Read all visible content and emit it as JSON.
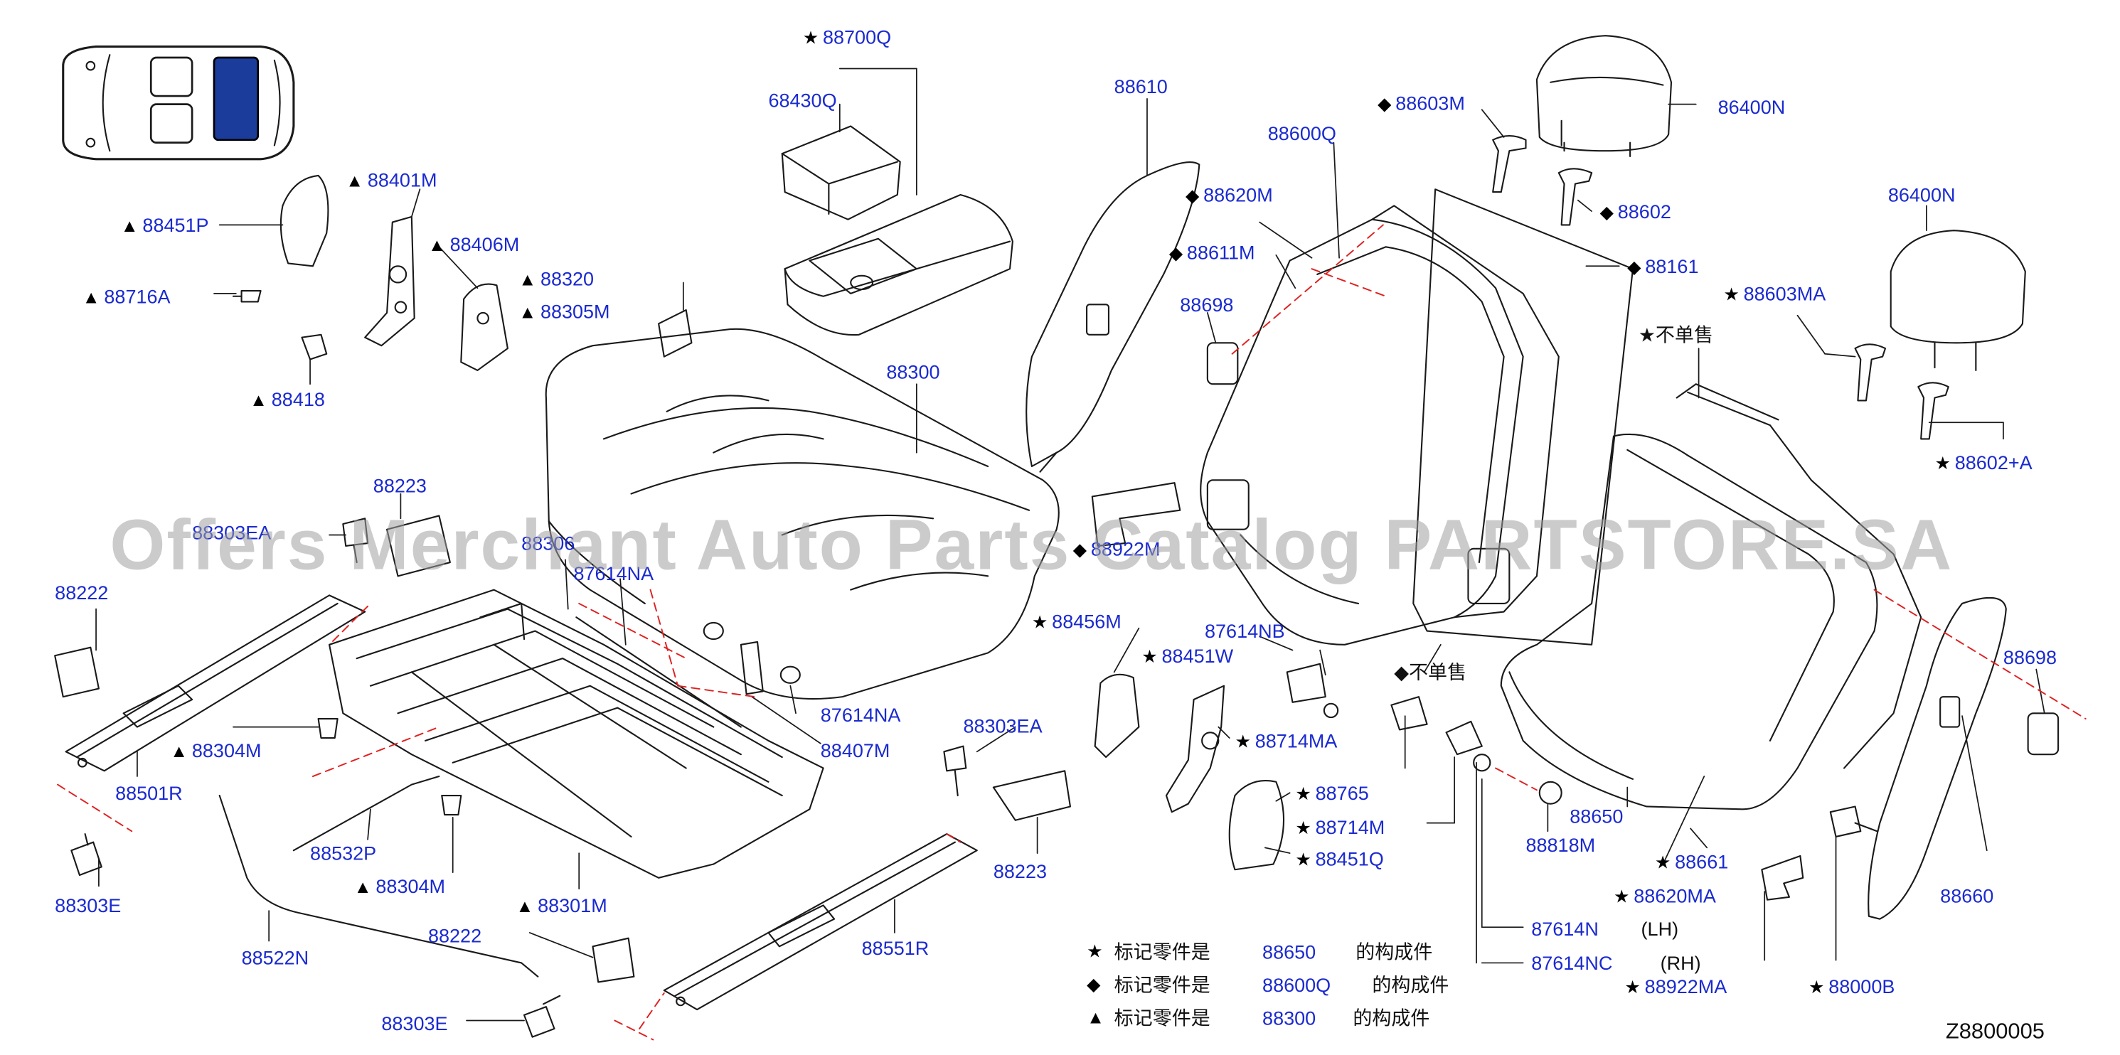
{
  "diagram_code": "Z8800005",
  "watermark": "Offers Merchant Auto Parts Catalog PARTSTORE.SA",
  "colors": {
    "label": "#1a2ad0",
    "line": "#1a1a1a",
    "dash": "#e02020",
    "highlight": "#1c3c9c"
  },
  "labels": [
    {
      "id": "p88700Q",
      "mark": "★",
      "text": "88700Q"
    },
    {
      "id": "p68430Q",
      "mark": "",
      "text": "68430Q"
    },
    {
      "id": "p88610",
      "mark": "",
      "text": "88610"
    },
    {
      "id": "p88600Q",
      "mark": "",
      "text": "88600Q"
    },
    {
      "id": "p88603M",
      "mark": "◆",
      "text": "88603M"
    },
    {
      "id": "p86400N_a",
      "mark": "",
      "text": "86400N"
    },
    {
      "id": "p88401M",
      "mark": "▲",
      "text": "88401M"
    },
    {
      "id": "p88451P",
      "mark": "▲",
      "text": "88451P"
    },
    {
      "id": "p88406M",
      "mark": "▲",
      "text": "88406M"
    },
    {
      "id": "p88620M",
      "mark": "◆",
      "text": "88620M"
    },
    {
      "id": "p88611M",
      "mark": "◆",
      "text": "88611M"
    },
    {
      "id": "p88602",
      "mark": "◆",
      "text": "88602"
    },
    {
      "id": "p88161",
      "mark": "◆",
      "text": "88161"
    },
    {
      "id": "p86400N_b",
      "mark": "",
      "text": "86400N"
    },
    {
      "id": "p88320",
      "mark": "▲",
      "text": "88320"
    },
    {
      "id": "p88305M",
      "mark": "▲",
      "text": "88305M"
    },
    {
      "id": "p88716A",
      "mark": "▲",
      "text": "88716A"
    },
    {
      "id": "p88698_a",
      "mark": "",
      "text": "88698"
    },
    {
      "id": "p88603MA",
      "mark": "★",
      "text": "88603MA"
    },
    {
      "id": "p88300",
      "mark": "",
      "text": "88300"
    },
    {
      "id": "p88418",
      "mark": "▲",
      "text": "88418"
    },
    {
      "id": "p88602A",
      "mark": "★",
      "text": "88602+A"
    },
    {
      "id": "p88223_a",
      "mark": "",
      "text": "88223"
    },
    {
      "id": "p88303EA_a",
      "mark": "",
      "text": "88303EA"
    },
    {
      "id": "p88306",
      "mark": "",
      "text": "88306"
    },
    {
      "id": "p87614NA_a",
      "mark": "",
      "text": "87614NA"
    },
    {
      "id": "p88922M",
      "mark": "◆",
      "text": "88922M"
    },
    {
      "id": "p88222_a",
      "mark": "",
      "text": "88222"
    },
    {
      "id": "p88456M",
      "mark": "★",
      "text": "88456M"
    },
    {
      "id": "p87614NB",
      "mark": "",
      "text": "87614NB"
    },
    {
      "id": "p88451W",
      "mark": "★",
      "text": "88451W"
    },
    {
      "id": "p88698_b",
      "mark": "",
      "text": "88698"
    },
    {
      "id": "p87614NA_b",
      "mark": "",
      "text": "87614NA"
    },
    {
      "id": "p88303EA_b",
      "mark": "",
      "text": "88303EA"
    },
    {
      "id": "p88304M_a",
      "mark": "▲",
      "text": "88304M"
    },
    {
      "id": "p88407M",
      "mark": "",
      "text": "88407M"
    },
    {
      "id": "p88714MA",
      "mark": "★",
      "text": "88714MA"
    },
    {
      "id": "p88501R",
      "mark": "",
      "text": "88501R"
    },
    {
      "id": "p88765",
      "mark": "★",
      "text": "88765"
    },
    {
      "id": "p88650",
      "mark": "",
      "text": "88650"
    },
    {
      "id": "p88532P",
      "mark": "",
      "text": "88532P"
    },
    {
      "id": "p88714M",
      "mark": "★",
      "text": "88714M"
    },
    {
      "id": "p88818M",
      "mark": "",
      "text": "88818M"
    },
    {
      "id": "p88303E_a",
      "mark": "",
      "text": "88303E"
    },
    {
      "id": "p88304M_b",
      "mark": "▲",
      "text": "88304M"
    },
    {
      "id": "p88223_b",
      "mark": "",
      "text": "88223"
    },
    {
      "id": "p88451Q",
      "mark": "★",
      "text": "88451Q"
    },
    {
      "id": "p88661",
      "mark": "★",
      "text": "88661"
    },
    {
      "id": "p88301M",
      "mark": "▲",
      "text": "88301M"
    },
    {
      "id": "p88660",
      "mark": "",
      "text": "88660"
    },
    {
      "id": "p88620MA",
      "mark": "★",
      "text": "88620MA"
    },
    {
      "id": "p88551R",
      "mark": "",
      "text": "88551R"
    },
    {
      "id": "p87614N",
      "mark": "",
      "text": "87614N"
    },
    {
      "id": "p88222_b",
      "mark": "",
      "text": "88222"
    },
    {
      "id": "p88522N",
      "mark": "",
      "text": "88522N"
    },
    {
      "id": "p87614NC",
      "mark": "",
      "text": "87614NC"
    },
    {
      "id": "p88922MA",
      "mark": "★",
      "text": "88922MA"
    },
    {
      "id": "p88000B",
      "mark": "★",
      "text": "88000B"
    },
    {
      "id": "p88303E_b",
      "mark": "",
      "text": "88303E"
    }
  ],
  "notes": {
    "not_sold_star": "★不单售",
    "not_sold_diamond": "◆不单售",
    "lh": "(LH)",
    "rh": "(RH)"
  },
  "legend": [
    {
      "mark": "★",
      "prefix": "标记零件是",
      "part": "88650",
      "suffix": "的构成件"
    },
    {
      "mark": "◆",
      "prefix": "标记零件是",
      "part": "88600Q",
      "suffix": "的构成件"
    },
    {
      "mark": "▲",
      "prefix": "标记零件是",
      "part": "88300",
      "suffix": "的构成件"
    }
  ]
}
